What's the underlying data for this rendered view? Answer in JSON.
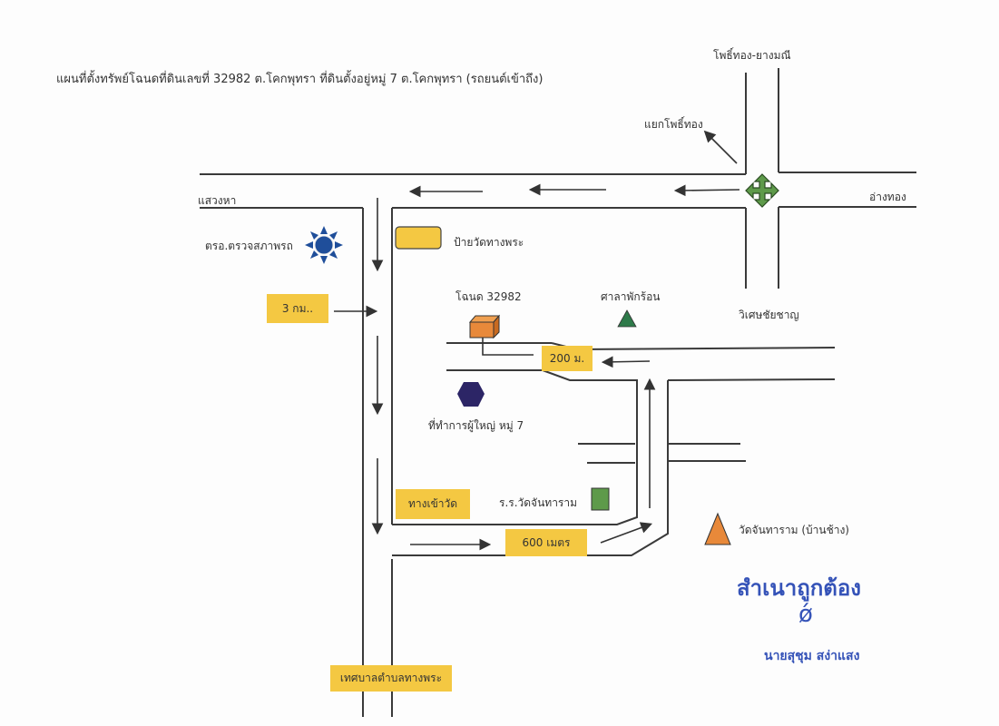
{
  "title": "แผนที่ตั้งทรัพย์โฉนดที่ดินเลขที่ 32982  ต.โคกพุทรา ที่ดินตั้งอยู่หมู่ 7 ต.โคกพุทรา (รถยนต์เข้าถึง)",
  "roads": {
    "north": "โพธิ์ทอง-ยางมณี",
    "branch": "แยกโพธิ์ทอง",
    "west": "แสวงหา",
    "east": "อ่างทอง",
    "south_junction": "วิเศษชัยชาญ"
  },
  "landmarks": {
    "inspection": "ตรอ.ตรวจสภาพรถ",
    "temple_sign": "ป้ายวัดทางพระ",
    "deed": "โฉนด 32982",
    "pavilion": "ศาลาพักร้อน",
    "headman_office": "ที่ทำการผู้ใหญ่ หมู่ 7",
    "school": "ร.ร.วัดจันทาราม",
    "temple": "วัดจันทาราม (บ้านช้าง)"
  },
  "distance_boxes": {
    "km3": "3 กม..",
    "m200": "200 ม.",
    "temple_entrance": "ทางเข้าวัด",
    "m600": "600 เมตร",
    "municipality": "เทศบาลตำบลทางพระ"
  },
  "stamp": {
    "certified": "สำเนาถูกต้อง",
    "signature": "ǿ",
    "name": "นายสุชุม สง่าแสง"
  },
  "colors": {
    "road": "#3a3a3a",
    "yellow": "#f4c842",
    "green_cross": "#5e9a4a",
    "blue_sun": "#1f4e9a",
    "orange": "#e8893a",
    "dark_green": "#2e7a4a",
    "navy": "#2c2566",
    "stamp_blue": "#3553b8"
  }
}
